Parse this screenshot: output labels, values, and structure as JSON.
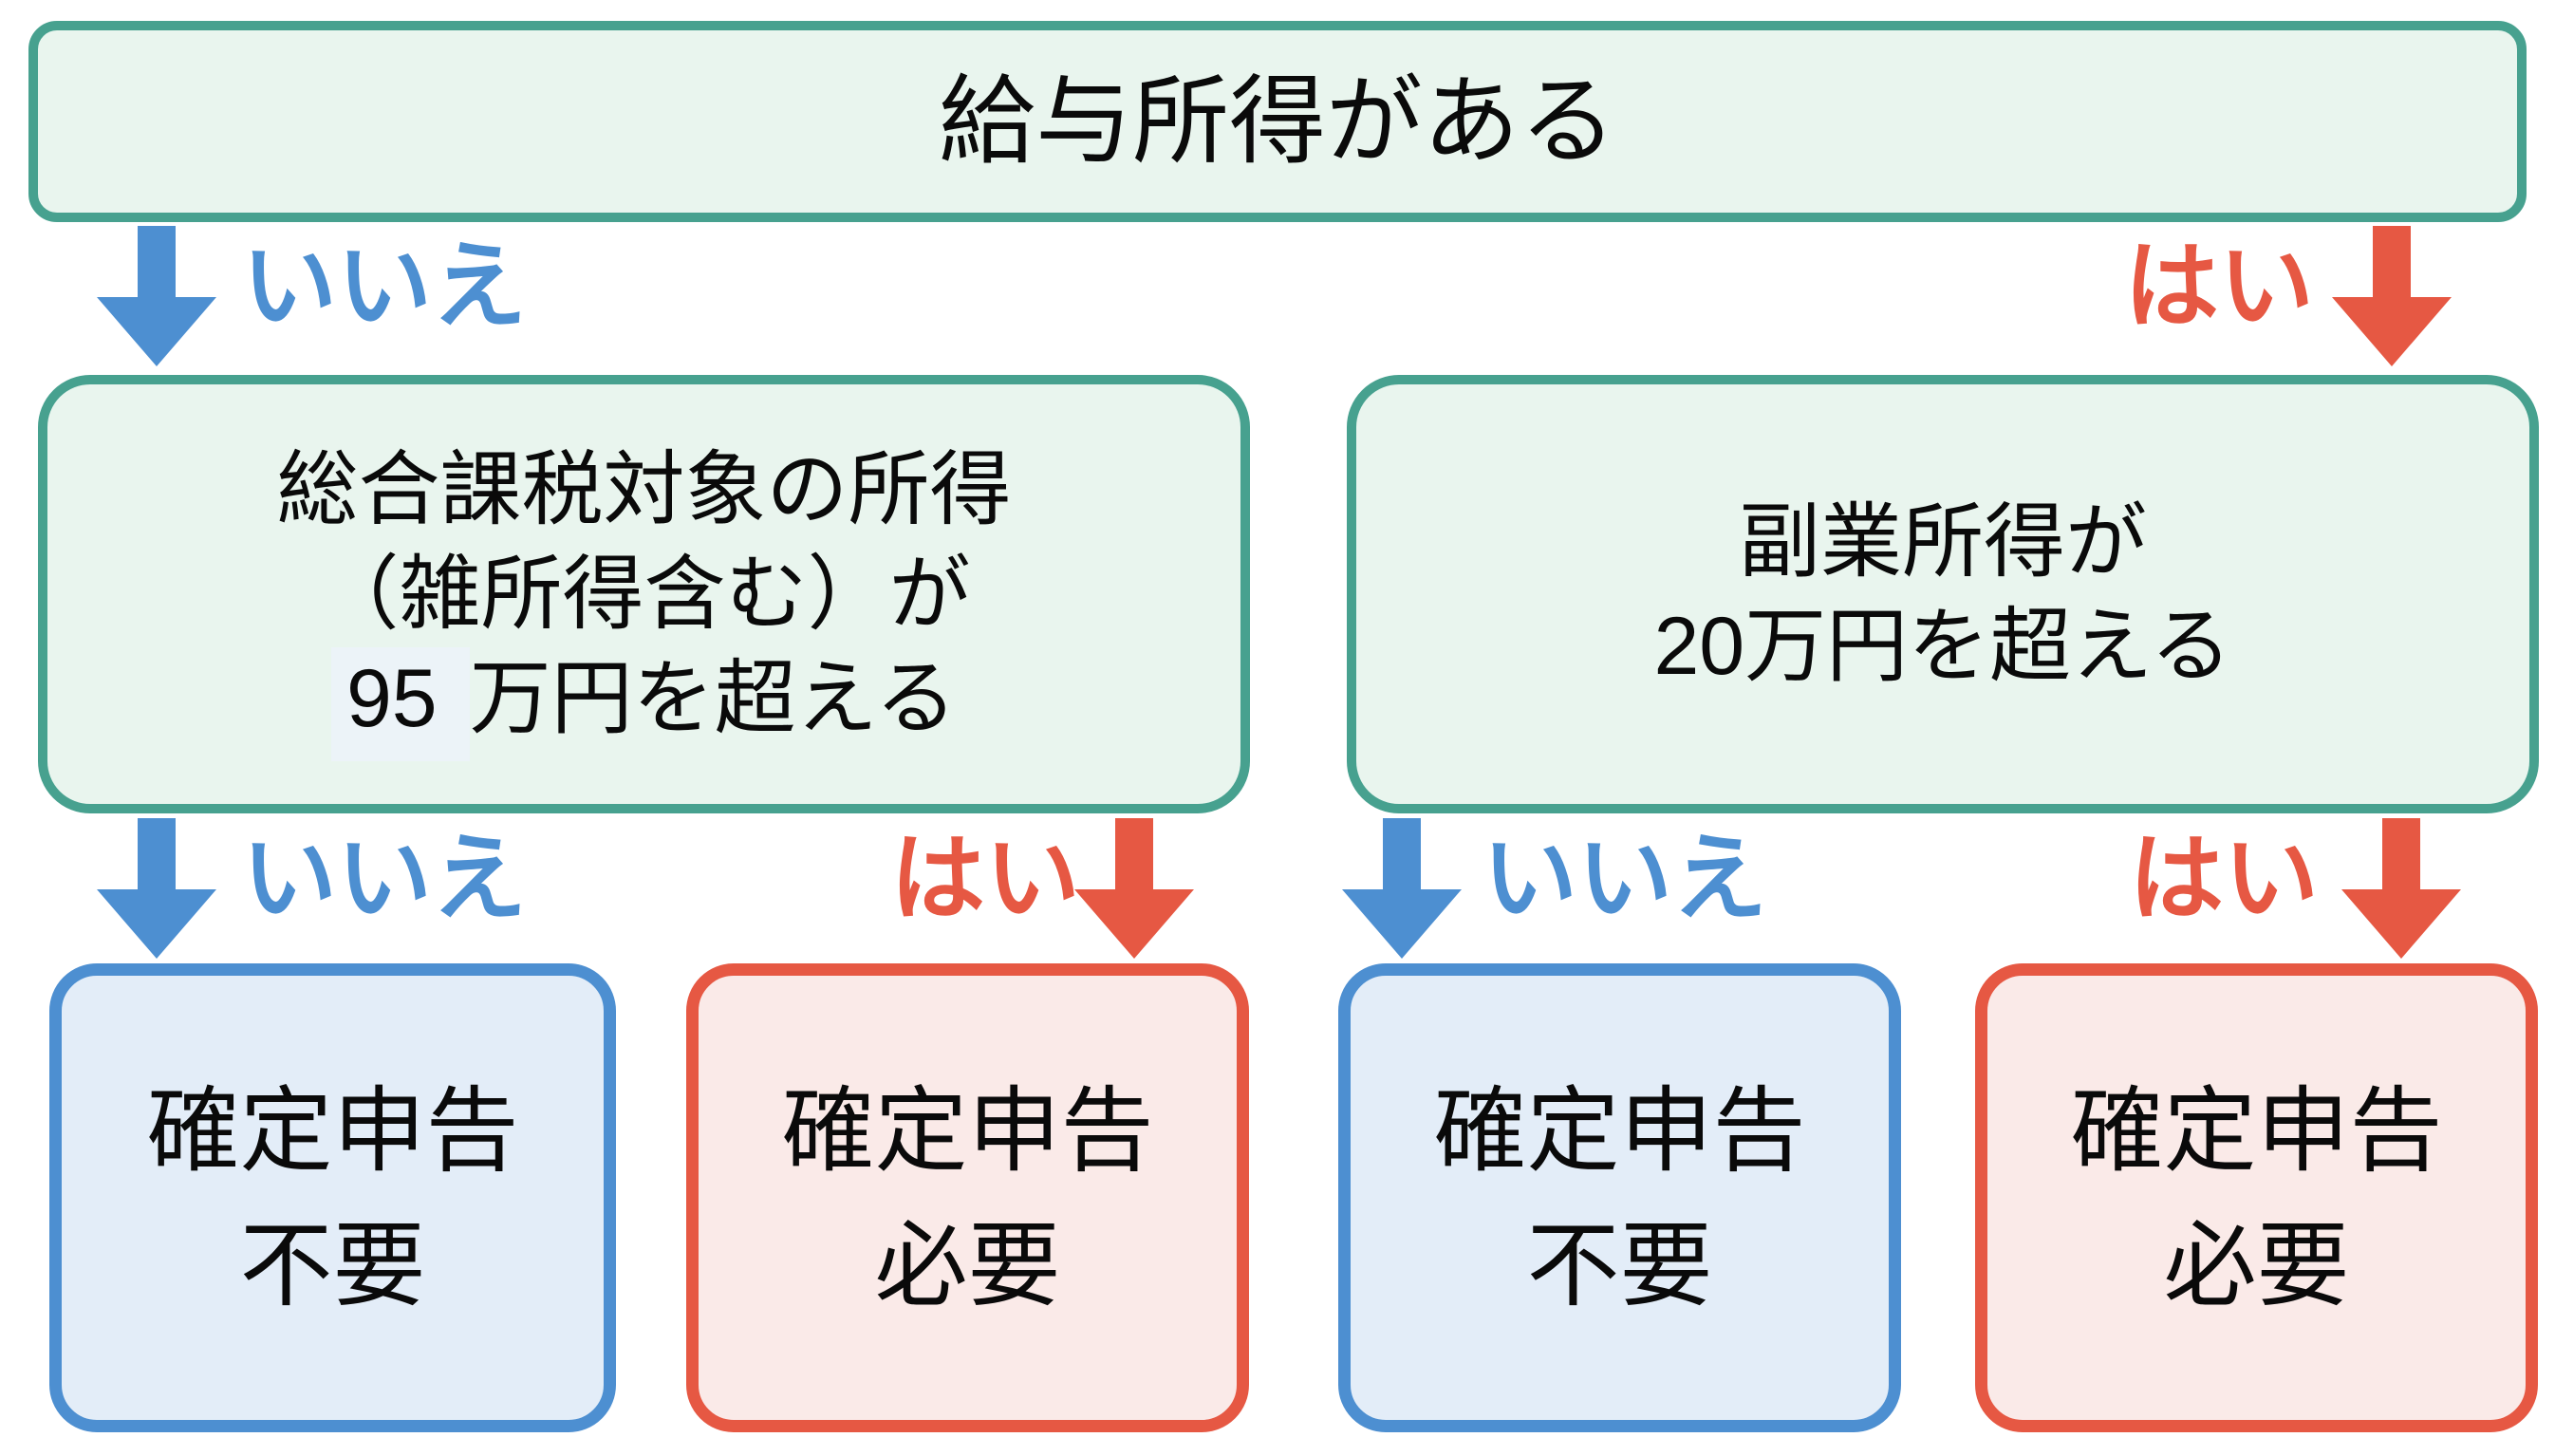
{
  "colors": {
    "green_border": "#47a18f",
    "green_fill": "#e9f5ee",
    "blue_border": "#4d8fd1",
    "blue_fill": "#e3edf8",
    "red_border": "#e65843",
    "red_fill": "#faeae8",
    "text_color": "#0a0a0a",
    "highlight_fill": "#ecf3f8"
  },
  "labels": {
    "yes": "はい",
    "no": "いいえ"
  },
  "nodes": {
    "root": {
      "text": "給与所得がある"
    },
    "question_no_salary": {
      "line1": "総合課税対象の所得",
      "line2": "（雑所得含む）が",
      "line3_num": "95",
      "line3_rest": "万円を超える"
    },
    "question_salary": {
      "line1": "副業所得が",
      "line2": "20万円を超える"
    },
    "result_not_required": {
      "line1": "確定申告",
      "line2": "不要"
    },
    "result_required": {
      "line1": "確定申告",
      "line2": "必要"
    }
  }
}
